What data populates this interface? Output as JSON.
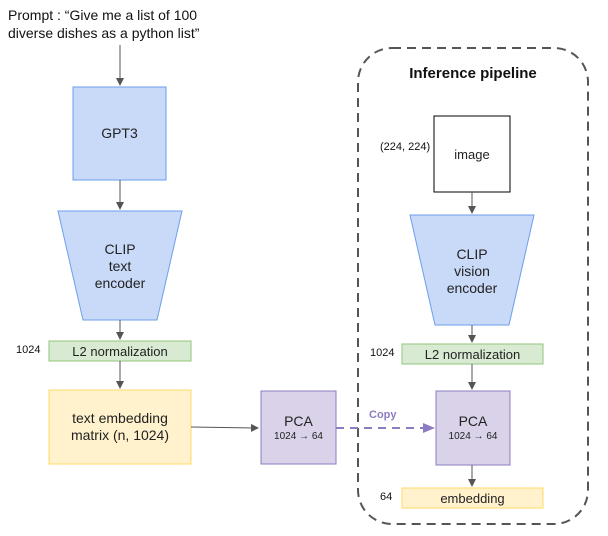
{
  "prompt": {
    "line1": "Prompt : “Give me a list of 100",
    "line2": "diverse dishes as a python list”"
  },
  "left": {
    "gpt3": "GPT3",
    "clip_text_encoder": [
      "CLIP",
      "text",
      "encoder"
    ],
    "dim_1024": "1024",
    "l2_norm": "L2 normalization",
    "text_embedding": [
      "text embedding",
      "matrix (n, 1024)"
    ],
    "pca_title": "PCA",
    "pca_sub": "1024 → 64"
  },
  "copy_label": "Copy",
  "inference": {
    "title": "Inference pipeline",
    "image_size": "(224, 224)",
    "image": "image",
    "clip_vision_encoder": [
      "CLIP",
      "vision",
      "encoder"
    ],
    "dim_1024": "1024",
    "l2_norm": "L2 normalization",
    "pca_title": "PCA",
    "pca_sub": "1024 → 64",
    "dim_64": "64",
    "embedding": "embedding"
  },
  "colors": {
    "blue_fill": "#c9daf8",
    "blue_stroke": "#6d9eeb",
    "green_fill": "#d9ead3",
    "green_stroke": "#93c47d",
    "yellow_fill": "#fff2cc",
    "yellow_stroke": "#ffd966",
    "purple_fill": "#d9d2e9",
    "purple_stroke": "#8e7cc3",
    "arrow": "#555555",
    "dashed_border": "#555555"
  }
}
